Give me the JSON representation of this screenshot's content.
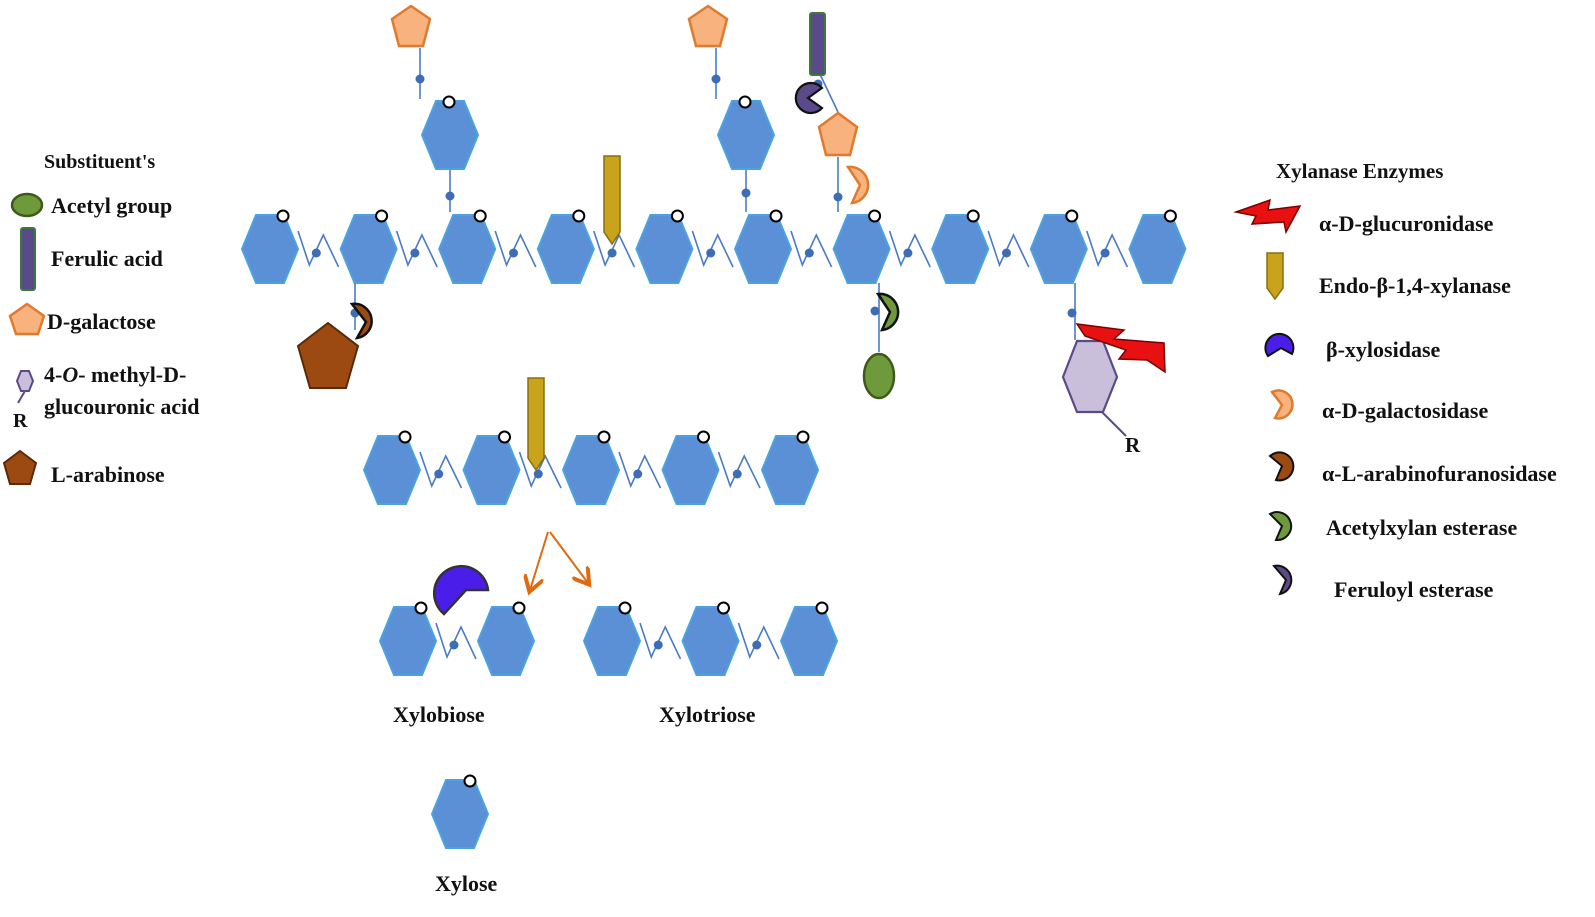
{
  "colors": {
    "xylose_fill": "#5b8fd6",
    "xylose_border": "#4aa3e0",
    "link": "#4a7bc4",
    "galactose": "#f7b27e",
    "galactose_border": "#e07a2e",
    "arabinose": "#9c4a12",
    "acetyl": "#6e9a3c",
    "ferulic": "#5b4a8a",
    "glucuronic": "#c9bfdb",
    "glucuronidase": "#e81010",
    "endoxylanase": "#c9a31c",
    "xylosidase": "#4a1ee8",
    "feruloyl_esterase": "#5b4a8a",
    "product_arrow": "#e06a10"
  },
  "substituents": {
    "title": "Substituent's",
    "items": [
      {
        "key": "acetyl",
        "label": "Acetyl group",
        "icon": "green-ellipse-icon"
      },
      {
        "key": "ferulic",
        "label": "Ferulic acid",
        "icon": "purple-bar-icon"
      },
      {
        "key": "galactose",
        "label": "D-galactose",
        "icon": "orange-pentagon-icon"
      },
      {
        "key": "glucuronic",
        "label_part1": "4-",
        "label_italic": "O",
        "label_part2": "- methyl-D-",
        "label_line2": "glucouronic acid",
        "r_label": "R",
        "icon": "lilac-hexagon-icon"
      },
      {
        "key": "arabinose",
        "label": "L-arabinose",
        "icon": "brown-pentagon-icon"
      }
    ]
  },
  "enzymes": {
    "title": "Xylanase Enzymes",
    "items": [
      {
        "key": "glucuronidase",
        "label": "α-D-glucuronidase",
        "icon": "red-lightning-icon"
      },
      {
        "key": "endoxylanase",
        "label": "Endo-β-1,4-xylanase",
        "icon": "gold-arrow-icon"
      },
      {
        "key": "xylosidase",
        "label": "β-xylosidase",
        "icon": "blue-pacman-icon"
      },
      {
        "key": "galactosidase",
        "label": "α-D-galactosidase",
        "icon": "orange-pacman-icon"
      },
      {
        "key": "arabinofuranosidase",
        "label": "α-L-arabinofuranosidase",
        "icon": "brown-pacman-icon"
      },
      {
        "key": "acetylxylan",
        "label": "Acetylxylan esterase",
        "icon": "green-pacman-icon"
      },
      {
        "key": "feruloyl",
        "label": "Feruloyl esterase",
        "icon": "purple-pacman-icon"
      }
    ]
  },
  "r_group_label": "R",
  "products": {
    "xylobiose": "Xylobiose",
    "xylotriose": "Xylotriose",
    "xylose": "Xylose"
  }
}
